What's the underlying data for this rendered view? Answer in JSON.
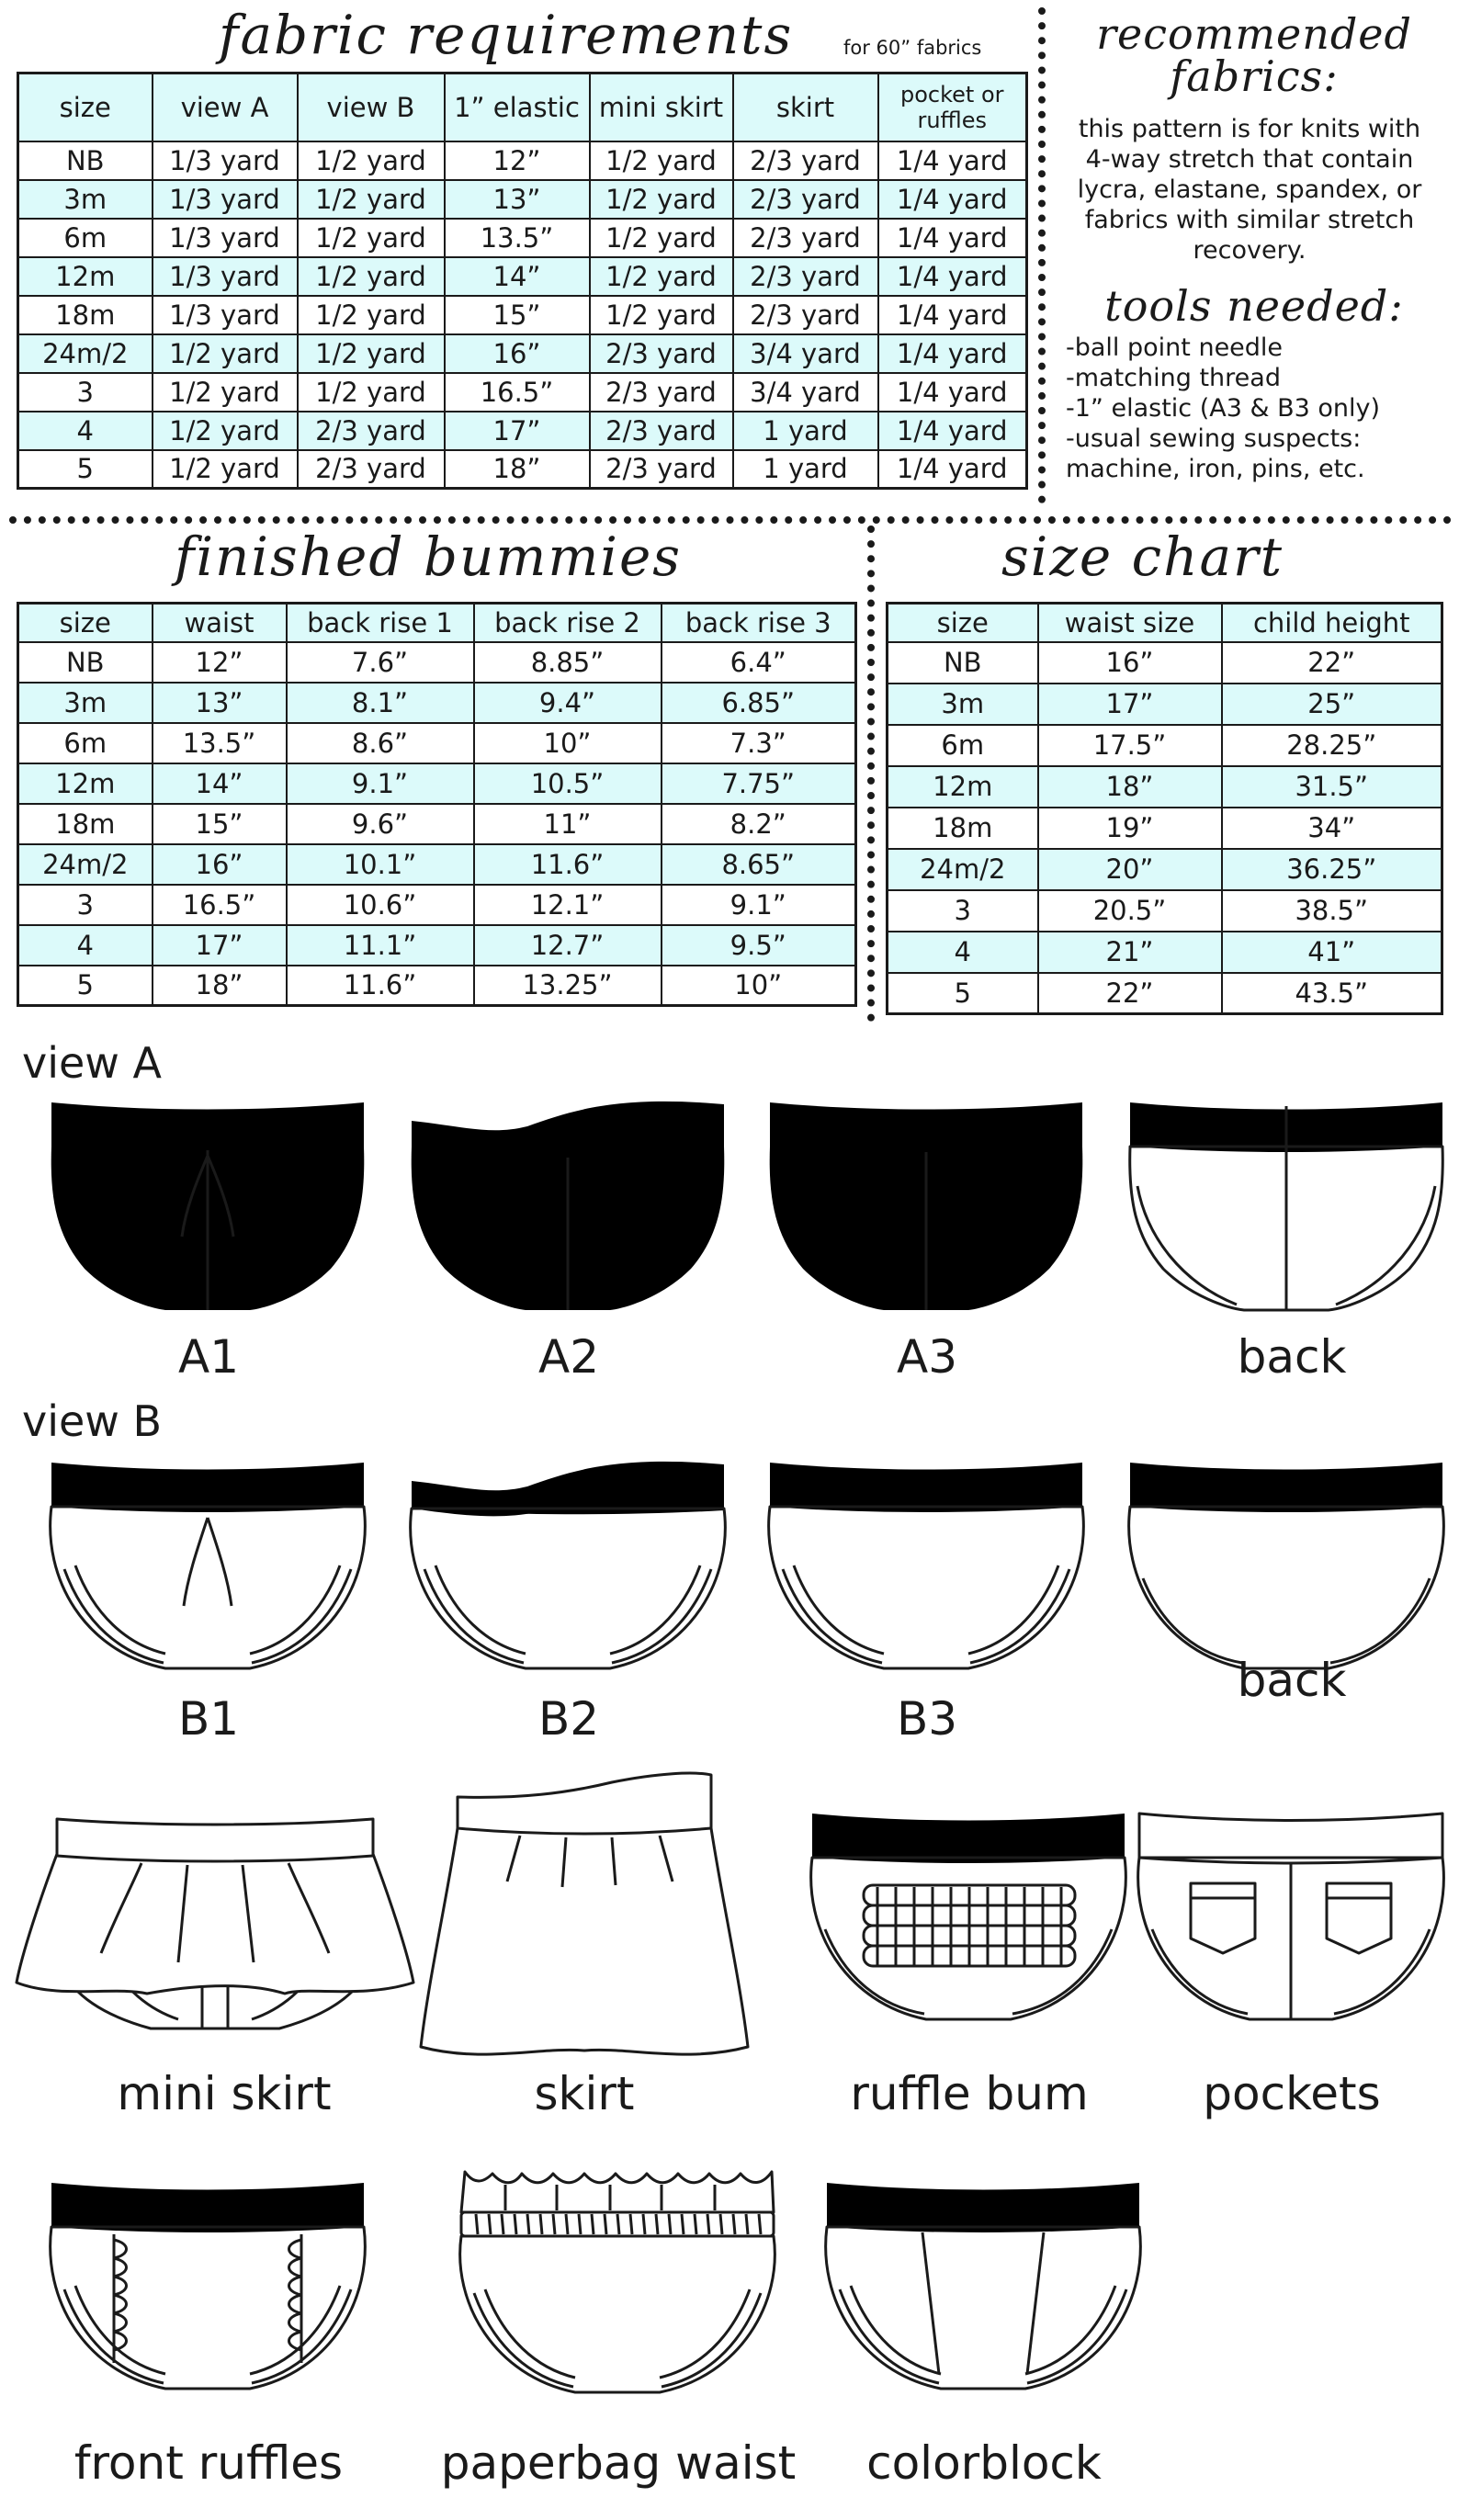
{
  "fabric_requirements": {
    "title": "fabric requirements",
    "note": "for 60” fabrics",
    "headers": [
      "size",
      "view A",
      "view B",
      "1” elastic",
      "mini skirt",
      "skirt",
      "pocket or ruffles"
    ],
    "rows": [
      [
        "NB",
        "1/3 yard",
        "1/2 yard",
        "12”",
        "1/2 yard",
        "2/3 yard",
        "1/4 yard"
      ],
      [
        "3m",
        "1/3 yard",
        "1/2 yard",
        "13”",
        "1/2 yard",
        "2/3 yard",
        "1/4 yard"
      ],
      [
        "6m",
        "1/3 yard",
        "1/2 yard",
        "13.5”",
        "1/2 yard",
        "2/3 yard",
        "1/4 yard"
      ],
      [
        "12m",
        "1/3 yard",
        "1/2 yard",
        "14”",
        "1/2 yard",
        "2/3 yard",
        "1/4 yard"
      ],
      [
        "18m",
        "1/3 yard",
        "1/2 yard",
        "15”",
        "1/2 yard",
        "2/3 yard",
        "1/4 yard"
      ],
      [
        "24m/2",
        "1/2 yard",
        "1/2 yard",
        "16”",
        "2/3 yard",
        "3/4 yard",
        "1/4 yard"
      ],
      [
        "3",
        "1/2 yard",
        "1/2 yard",
        "16.5”",
        "2/3 yard",
        "3/4 yard",
        "1/4 yard"
      ],
      [
        "4",
        "1/2 yard",
        "2/3 yard",
        "17”",
        "2/3 yard",
        "1 yard",
        "1/4 yard"
      ],
      [
        "5",
        "1/2 yard",
        "2/3 yard",
        "18”",
        "2/3 yard",
        "1 yard",
        "1/4 yard"
      ]
    ]
  },
  "recommended_fabrics": {
    "title": "recommended fabrics:",
    "lines": [
      "this pattern is for knits with",
      "4-way stretch that contain",
      "lycra, elastane, spandex, or",
      "fabrics with similar stretch",
      "recovery."
    ]
  },
  "tools_needed": {
    "title": "tools needed:",
    "lines": [
      "-ball point needle",
      "-matching thread",
      "-1” elastic (A3 & B3 only)",
      "-usual sewing suspects:",
      "machine, iron, pins, etc."
    ]
  },
  "finished_bummies": {
    "title": "finished bummies",
    "headers": [
      "size",
      "waist",
      "back rise 1",
      "back rise 2",
      "back rise 3"
    ],
    "rows": [
      [
        "NB",
        "12”",
        "7.6”",
        "8.85”",
        "6.4”"
      ],
      [
        "3m",
        "13”",
        "8.1”",
        "9.4”",
        "6.85”"
      ],
      [
        "6m",
        "13.5”",
        "8.6”",
        "10”",
        "7.3”"
      ],
      [
        "12m",
        "14”",
        "9.1”",
        "10.5”",
        "7.75”"
      ],
      [
        "18m",
        "15”",
        "9.6”",
        "11”",
        "8.2”"
      ],
      [
        "24m/2",
        "16”",
        "10.1”",
        "11.6”",
        "8.65”"
      ],
      [
        "3",
        "16.5”",
        "10.6”",
        "12.1”",
        "9.1”"
      ],
      [
        "4",
        "17”",
        "11.1”",
        "12.7”",
        "9.5”"
      ],
      [
        "5",
        "18”",
        "11.6”",
        "13.25”",
        "10”"
      ]
    ]
  },
  "size_chart": {
    "title": "size chart",
    "headers": [
      "size",
      "waist size",
      "child height"
    ],
    "rows": [
      [
        "NB",
        "16”",
        "22”"
      ],
      [
        "3m",
        "17”",
        "25”"
      ],
      [
        "6m",
        "17.5”",
        "28.25”"
      ],
      [
        "12m",
        "18”",
        "31.5”"
      ],
      [
        "18m",
        "19”",
        "34”"
      ],
      [
        "24m/2",
        "20”",
        "36.25”"
      ],
      [
        "3",
        "20.5”",
        "38.5”"
      ],
      [
        "4",
        "21”",
        "41”"
      ],
      [
        "5",
        "22”",
        "43.5”"
      ]
    ]
  },
  "views": {
    "view_a_label": "view A",
    "view_b_label": "view B",
    "captions": {
      "a1": "A1",
      "a2": "A2",
      "a3": "A3",
      "a_back": "back",
      "b1": "B1",
      "b2": "B2",
      "b3": "B3",
      "b_back": "back",
      "mini_skirt": "mini skirt",
      "skirt": "skirt",
      "ruffle_bum": "ruffle bum",
      "pockets": "pockets",
      "front_ruffles": "front ruffles",
      "paperbag_waist": "paperbag waist",
      "colorblock": "colorblock"
    }
  },
  "colors": {
    "tint": "#dcfafa",
    "ink": "#1a1a1a"
  }
}
